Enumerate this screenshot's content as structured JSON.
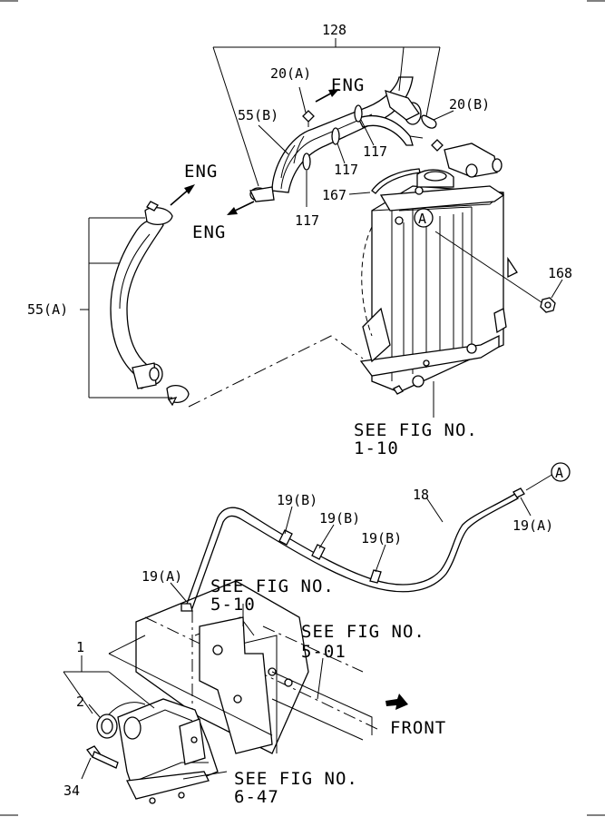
{
  "labels": {
    "p128": "128",
    "p20a": "20(A)",
    "p20b": "20(B)",
    "p55b": "55(B)",
    "p117a": "117",
    "p117b": "117",
    "p117c": "117",
    "p167": "167",
    "p168": "168",
    "p55a": "55(A)",
    "eng1": "ENG",
    "eng2": "ENG",
    "eng3": "ENG",
    "markerA1": "A",
    "markerA2": "A",
    "see110_l1": "SEE FIG NO.",
    "see110_l2": "1-10",
    "p19b1": "19(B)",
    "p19b2": "19(B)",
    "p19b3": "19(B)",
    "p18": "18",
    "p19a_r": "19(A)",
    "p19a_l": "19(A)",
    "see510_l1": "SEE FIG NO.",
    "see510_l2": "5-10",
    "see501_l1": "SEE FIG NO.",
    "see501_l2": "5-01",
    "front": "FRONT",
    "p1": "1",
    "p2": "2",
    "p34": "34",
    "see647_l1": "SEE FIG NO.",
    "see647_l2": "6-47"
  }
}
